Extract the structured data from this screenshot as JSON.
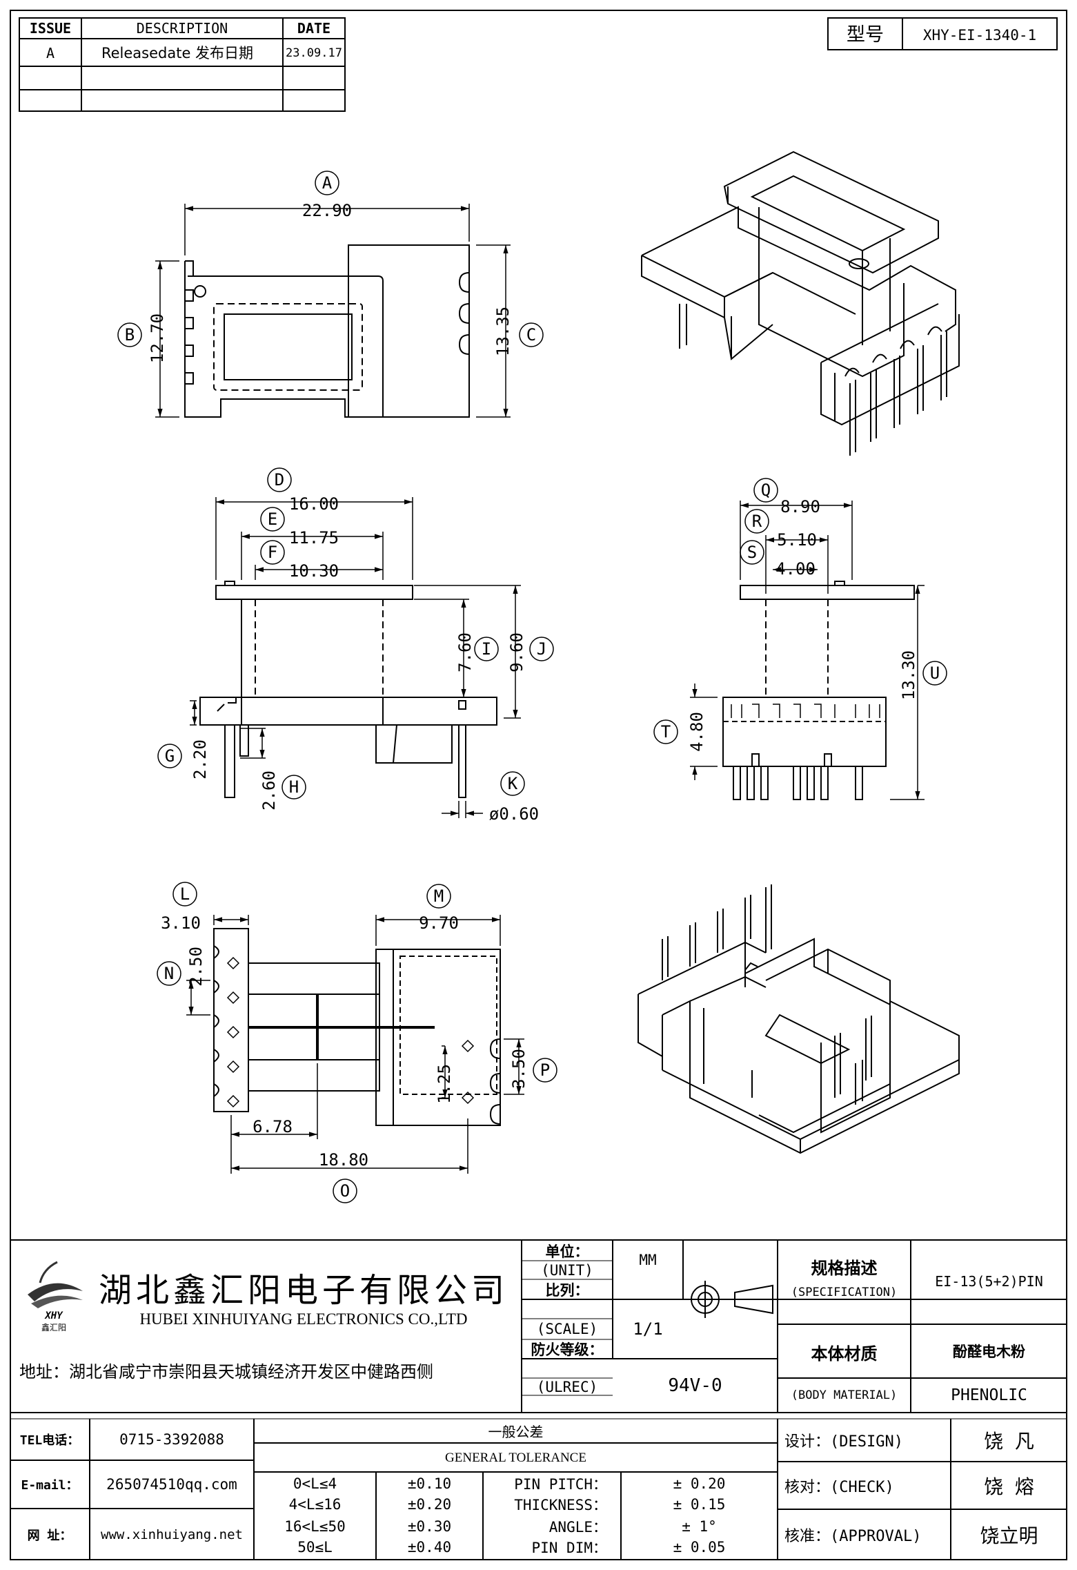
{
  "revision": {
    "headers": {
      "issue": "ISSUE",
      "description": "DESCRIPTION",
      "date": "DATE"
    },
    "rows": [
      {
        "issue": "A",
        "description": "Releasedate 发布日期",
        "date": "23.09.17"
      }
    ]
  },
  "model": {
    "label": "型号",
    "value": "XHY-EI-1340-1"
  },
  "dimensions": {
    "A": {
      "label": "A",
      "value": "22.90"
    },
    "B": {
      "label": "B",
      "value": "12.70"
    },
    "C": {
      "label": "C",
      "value": "13.35"
    },
    "D": {
      "label": "D",
      "value": "16.00"
    },
    "E": {
      "label": "E",
      "value": "11.75"
    },
    "F": {
      "label": "F",
      "value": "10.30"
    },
    "G": {
      "label": "G",
      "value": "2.20"
    },
    "H": {
      "label": "H",
      "value": "2.60"
    },
    "I": {
      "label": "I",
      "value": "7.60"
    },
    "J": {
      "label": "J",
      "value": "9.60"
    },
    "K": {
      "label": "K",
      "value": "ø0.60"
    },
    "L": {
      "label": "L",
      "value": "3.10"
    },
    "M": {
      "label": "M",
      "value": "9.70"
    },
    "N": {
      "label": "N",
      "value": "2.50"
    },
    "O": {
      "label": "O",
      "value": "18.80"
    },
    "P": {
      "label": "P",
      "value": "3.50"
    },
    "Q": {
      "label": "Q",
      "value": "8.90"
    },
    "R": {
      "label": "R",
      "value": "5.10"
    },
    "S": {
      "label": "S",
      "value": "4.00"
    },
    "T": {
      "label": "T",
      "value": "4.80"
    },
    "U": {
      "label": "U",
      "value": "13.30"
    },
    "extra1": {
      "value": "6.78"
    },
    "extra2": {
      "value": "1.25"
    }
  },
  "company": {
    "name_cn": "湖北鑫汇阳电子有限公司",
    "name_en": "HUBEI XINHUIYANG ELECTRONICS CO.,LTD",
    "logo_text": "XHY",
    "logo_sub": "鑫汇阳",
    "address": "地址：湖北省咸宁市崇阳县天城镇经济开发区中健路西侧",
    "tel_label": "TEL电话：",
    "tel": "0715-3392088",
    "email_label": "E-mail：",
    "email": "265074510qq.com",
    "web_label": "网  址：",
    "web": "www.xinhuiyang.net"
  },
  "spec": {
    "unit_cn": "单位：",
    "unit_en": "(UNIT)",
    "unit_value": "MM",
    "scale_cn": "比列：",
    "scale_en": "(SCALE)",
    "scale_value": "1/1",
    "ulrec_cn": "防火等级：",
    "ulrec_en": "(ULREC)",
    "ulrec_value": "94V-0",
    "specification_cn": "规格描述",
    "specification_en": "(SPECIFICATION)",
    "specification_value": "EI-13(5+2)PIN",
    "material_cn": "本体材质",
    "material_en": "(BODY MATERIAL)",
    "material_value_cn": "酚醛电木粉",
    "material_value_en": "PHENOLIC"
  },
  "tolerance": {
    "title_cn": "一般公差",
    "title_en": "GENERAL TOLERANCE",
    "ranges": [
      {
        "range": "0<L≤4",
        "tol": "±0.10"
      },
      {
        "range": "4<L≤16",
        "tol": "±0.20"
      },
      {
        "range": "16<L≤50",
        "tol": "±0.30"
      },
      {
        "range": "50≤L",
        "tol": "±0.40"
      }
    ],
    "items": [
      {
        "name": "PIN PITCH：",
        "tol": "±  0.20"
      },
      {
        "name": "THICKNESS：",
        "tol": "±  0.15"
      },
      {
        "name": "ANGLE：",
        "tol": "±  1°"
      },
      {
        "name": "PIN DIM：",
        "tol": "±  0.05"
      }
    ]
  },
  "approval": {
    "design_label": "设计：(DESIGN)",
    "design_name": "饶  凡",
    "check_label": "核对：(CHECK)",
    "check_name": "饶  熔",
    "approval_label": "核准：(APPROVAL)",
    "approval_name": "饶立明"
  }
}
